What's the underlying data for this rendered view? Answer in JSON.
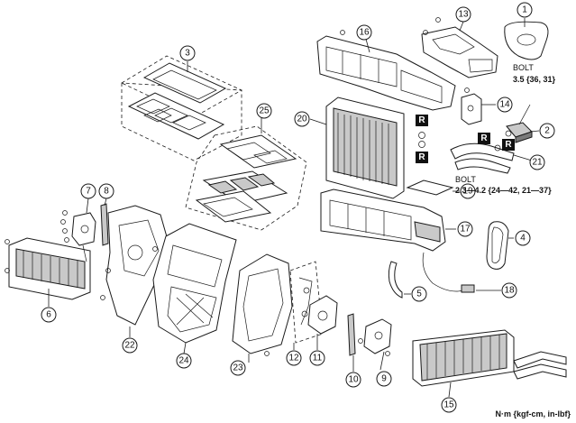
{
  "callouts": [
    {
      "id": "1",
      "label": "1"
    },
    {
      "id": "2",
      "label": "2"
    },
    {
      "id": "3",
      "label": "3"
    },
    {
      "id": "4",
      "label": "4"
    },
    {
      "id": "5",
      "label": "5"
    },
    {
      "id": "6",
      "label": "6"
    },
    {
      "id": "7",
      "label": "7"
    },
    {
      "id": "8",
      "label": "8"
    },
    {
      "id": "9",
      "label": "9"
    },
    {
      "id": "10",
      "label": "10"
    },
    {
      "id": "11",
      "label": "11"
    },
    {
      "id": "12",
      "label": "12"
    },
    {
      "id": "13",
      "label": "13"
    },
    {
      "id": "14",
      "label": "14"
    },
    {
      "id": "15",
      "label": "15"
    },
    {
      "id": "16",
      "label": "16"
    },
    {
      "id": "17",
      "label": "17"
    },
    {
      "id": "18",
      "label": "18"
    },
    {
      "id": "19",
      "label": "19"
    },
    {
      "id": "20",
      "label": "20"
    },
    {
      "id": "21",
      "label": "21"
    },
    {
      "id": "22",
      "label": "22"
    },
    {
      "id": "23",
      "label": "23"
    },
    {
      "id": "24",
      "label": "24"
    },
    {
      "id": "25",
      "label": "25"
    }
  ],
  "replace_marker": "R",
  "torque_notes": {
    "bolt_upper": {
      "title": "BOLT",
      "value": "3.5 {36, 31}"
    },
    "bolt_lower": {
      "title": "BOLT",
      "value": "2.3—4.2 {24—42, 21—37}"
    }
  },
  "unit_note": "N·m {kgf-cm, in-lbf}"
}
